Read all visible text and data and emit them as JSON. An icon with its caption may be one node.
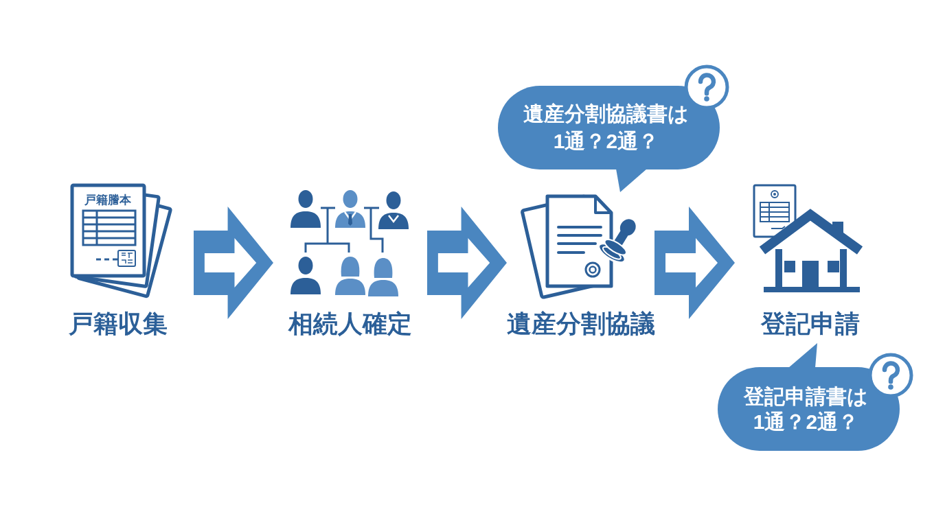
{
  "diagram": {
    "nodes": [
      {
        "text": [
          "戸籍収集"
        ]
      },
      {
        "text": [
          "相続人確定"
        ]
      },
      {
        "text": [
          "遺産分割協議"
        ]
      },
      {
        "text": [
          "登記申請"
        ]
      },
      {
        "text": [
          "遺産分割協議書は1通？2通？"
        ]
      },
      {
        "text": [
          "登記申請書は1通？2通？"
        ]
      }
    ],
    "edges": [
      {
        "from": 0,
        "to": 1,
        "arrow": "to"
      },
      {
        "from": 1,
        "to": 2,
        "arrow": "to"
      },
      {
        "from": 2,
        "to": 3,
        "arrow": "to"
      },
      {
        "from": 4,
        "to": 2,
        "arrow": "to"
      },
      {
        "from": 5,
        "to": 3,
        "arrow": "to"
      }
    ],
    "labels": [
      "戸籍謄本"
    ]
  }
}
